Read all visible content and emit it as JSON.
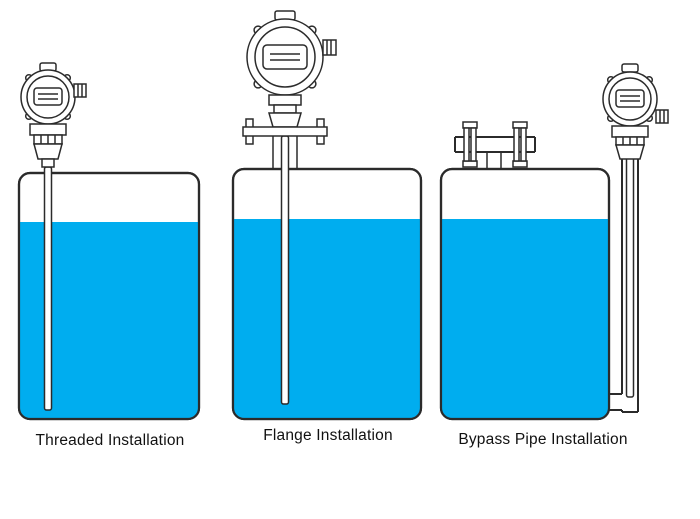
{
  "figure": {
    "background_color": "#ffffff",
    "line_color": "#2b2b2b",
    "liquid_color": "#00ADEF"
  },
  "installations": [
    {
      "id": "threaded",
      "label": "Threaded Installation"
    },
    {
      "id": "flange",
      "label": "Flange Installation"
    },
    {
      "id": "bypass",
      "label": "Bypass Pipe Installation"
    }
  ]
}
